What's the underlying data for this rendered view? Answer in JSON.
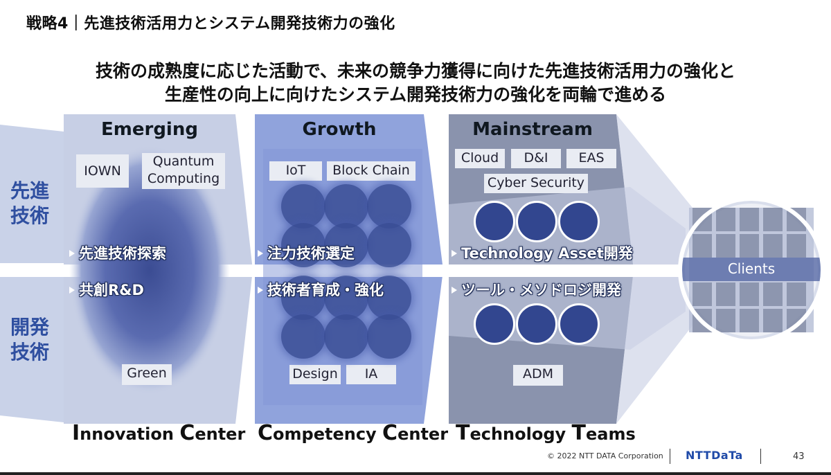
{
  "slide_title": "戦略4｜先進技術活用力とシステム開発技術力の強化",
  "headline": {
    "line1": "技術の成熟度に応じた活動で、未来の競争力獲得に向けた先進技術活用力の強化と",
    "line2": "生産性の向上に向けたシステム開発技術力の強化を両輪で進める"
  },
  "side_labels": {
    "advanced": "先進技術",
    "development": "開発技術"
  },
  "columns": {
    "emerging": {
      "title": "Emerging",
      "tags": [
        "IOWN",
        "Quantum Computing"
      ],
      "bottom_tag": "Green",
      "bullets": [
        "先進技術探索",
        "共創R&D"
      ],
      "footer_cap1": "I",
      "footer_rest1": "nnovation ",
      "footer_cap2": "C",
      "footer_rest2": "enter"
    },
    "growth": {
      "title": "Growth",
      "tags": [
        "IoT",
        "Block Chain"
      ],
      "bottom_tags": [
        "Design",
        "IA"
      ],
      "bullets": [
        "注力技術選定",
        "技術者育成・強化"
      ],
      "footer_cap1": "C",
      "footer_rest1": "ompetency ",
      "footer_cap2": "C",
      "footer_rest2": "enter"
    },
    "mainstream": {
      "title": "Mainstream",
      "tags": [
        "Cloud",
        "D&I",
        "EAS"
      ],
      "tag_wide": "Cyber Security",
      "bottom_tag": "ADM",
      "bullets": [
        "Technology Asset開発",
        "ツール・メソドロジ開発"
      ],
      "footer_cap1": "T",
      "footer_rest1": "echnology ",
      "footer_cap2": "T",
      "footer_rest2": "eams"
    }
  },
  "clients_label": "Clients",
  "footer": {
    "copyright": "© 2022 NTT DATA Corporation",
    "brand": "NTTDaTa",
    "page": "43"
  },
  "colors": {
    "emerging_bg": "#c7cfe5",
    "growth_bg": "#8ea2dc",
    "mainstream_bg": "#8a93ad",
    "accent": "#2f4fa0"
  }
}
